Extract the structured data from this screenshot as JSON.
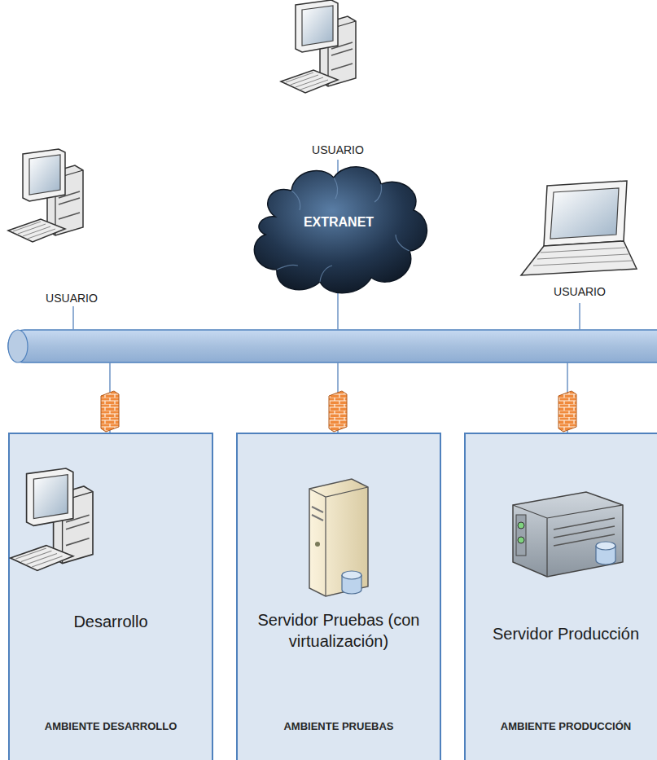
{
  "diagram": {
    "nodes": [
      {
        "text": [
          "EXTRANET"
        ]
      },
      {
        "text": [
          "Desarrollo",
          "AMBIENTE DESARROLLO"
        ]
      },
      {
        "text": [
          "Servidor Pruebas (con virtualización)",
          "AMBIENTE PRUEBAS"
        ]
      },
      {
        "text": [
          "Servidor Producción",
          "AMBIENTE PRODUCCIÓN"
        ]
      }
    ],
    "labels": [
      "USUARIO",
      "USUARIO",
      "USUARIO"
    ]
  }
}
